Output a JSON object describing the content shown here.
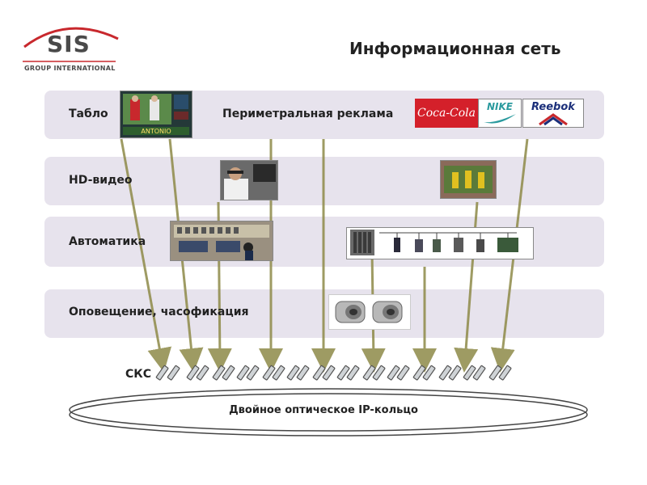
{
  "logo": {
    "name": "SIS",
    "subtitle": "GROUP INTERNATIONAL"
  },
  "title": "Информационная сеть",
  "layers": [
    {
      "label": "Табло"
    },
    {
      "label": "HD-видео"
    },
    {
      "label": "Автоматика"
    },
    {
      "label": "Оповещение, часофикация"
    }
  ],
  "perimeter_label": "Периметральная реклама",
  "brands": [
    "Coca-Cola",
    "NIKE",
    "Reebok"
  ],
  "scoreboard_text": "ANTONIO",
  "skc_label": "СКС",
  "ring_label": "Двойное оптическое IP-кольцо",
  "colors": {
    "band": "#e7e3ed",
    "line": "#8e8a48",
    "logo_red": "#c8282d",
    "cocacola_red": "#d4202a",
    "nike_teal": "#2a9a9e",
    "reebok_blue": "#1b2f7a"
  }
}
